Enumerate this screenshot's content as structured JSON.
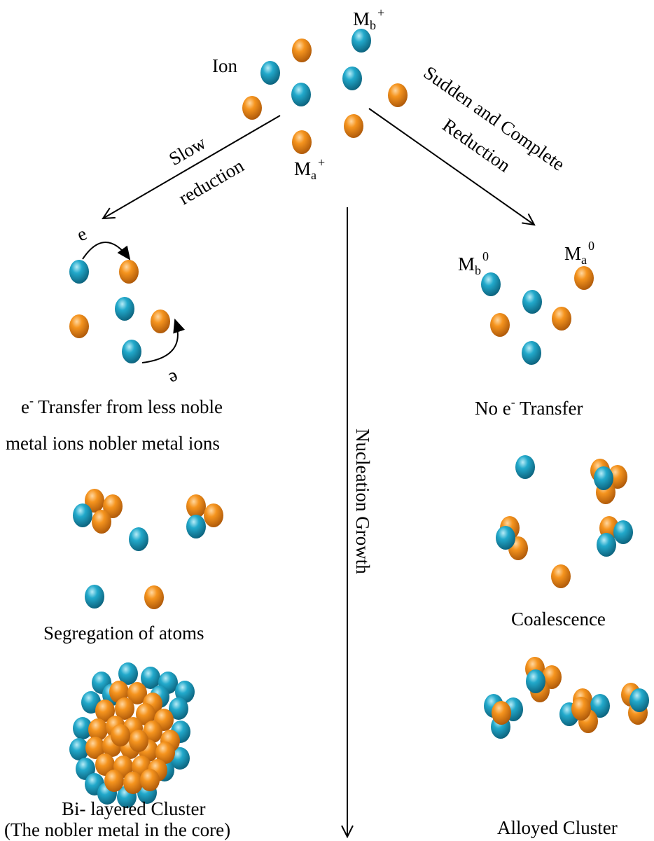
{
  "colors": {
    "ion_a": "#f28a1c",
    "ion_b": "#1fa6c7",
    "arrow": "#000000",
    "background": "#ffffff"
  },
  "labels": {
    "ion": "Ion",
    "mb_plus": {
      "base": "M",
      "sub": "b",
      "sup": "+"
    },
    "ma_plus": {
      "base": "M",
      "sub": "a",
      "sup": "+"
    },
    "slow": "Slow",
    "reduction_left": "reduction",
    "sudden": "Sudden and Complete",
    "reduction_right": "Reduction",
    "electron": "e",
    "mb_zero": {
      "base": "M",
      "sub": "b",
      "sup": "0"
    },
    "ma_zero": {
      "base": "M",
      "sub": "a",
      "sup": "0"
    },
    "transfer_line1": {
      "sup": "-",
      "rest": " Transfer from less noble",
      "base": "e"
    },
    "transfer_line2": "metal ions nobler metal ions",
    "no_transfer": {
      "prefix": "No e",
      "sup": "-",
      "suffix": " Transfer"
    },
    "nucleation": "Nucleation Growth",
    "segregation": "Segregation of atoms",
    "coalescence": "Coalescence",
    "bilayer_line1": "Bi- layered Cluster",
    "bilayer_line2": "(The nobler metal in the core)",
    "alloyed": "Alloyed Cluster"
  }
}
